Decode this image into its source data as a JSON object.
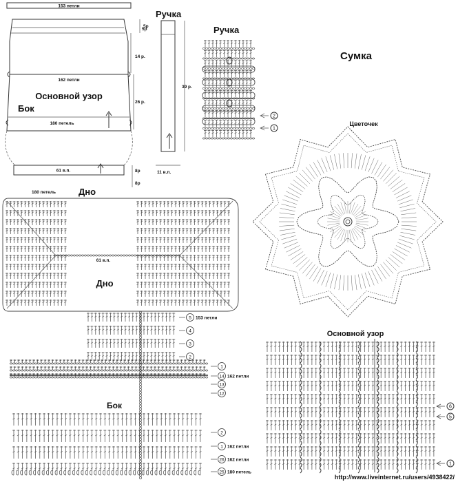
{
  "top_schema": {
    "width_153": "153 петли",
    "width_162": "162 петли",
    "width_180": "180 петель",
    "main_pattern": "Основной узор",
    "side": "Бок",
    "rows_5": "5р",
    "rows_14": "14 р.",
    "rows_26": "26 р.",
    "base_61": "61 в.п.",
    "rows_8a": "8р",
    "rows_8b": "8р",
    "bottom_180": "180 петель",
    "bottom_title": "Дно"
  },
  "handle_schema": {
    "title": "Ручка",
    "rows_5": "5р",
    "rows_39": "39 р.",
    "base_11": "11 в.п."
  },
  "handle_chart": {
    "title": "Ручка",
    "markers": [
      "2",
      "1"
    ]
  },
  "bag_title": "Сумка",
  "flower": {
    "title": "Цветочек"
  },
  "bottom_chart": {
    "base": "61 в.п.",
    "title": "Дно"
  },
  "side_top_chart": {
    "rows": [
      {
        "num": "5",
        "label": "153 петли"
      },
      {
        "num": "4",
        "label": ""
      },
      {
        "num": "3",
        "label": ""
      },
      {
        "num": "2",
        "label": ""
      }
    ]
  },
  "side_mid_chart": {
    "rows": [
      {
        "num": "1",
        "label": ""
      },
      {
        "num": "14",
        "label": "162 петли"
      },
      {
        "num": "13",
        "label": ""
      },
      {
        "num": "12",
        "label": ""
      }
    ]
  },
  "side_label": "Бок",
  "side_bottom_chart": {
    "rows": [
      {
        "num": "2",
        "label": ""
      },
      {
        "num": "1",
        "label": "162 петли"
      },
      {
        "num": "26",
        "label": "162 петли"
      },
      {
        "num": "25",
        "label": "180 петель"
      }
    ]
  },
  "main_pattern_chart": {
    "title": "Основной узор",
    "markers": [
      "6",
      "5",
      "1"
    ]
  },
  "watermark": "http://www.liveinternet.ru/users/4938422/"
}
